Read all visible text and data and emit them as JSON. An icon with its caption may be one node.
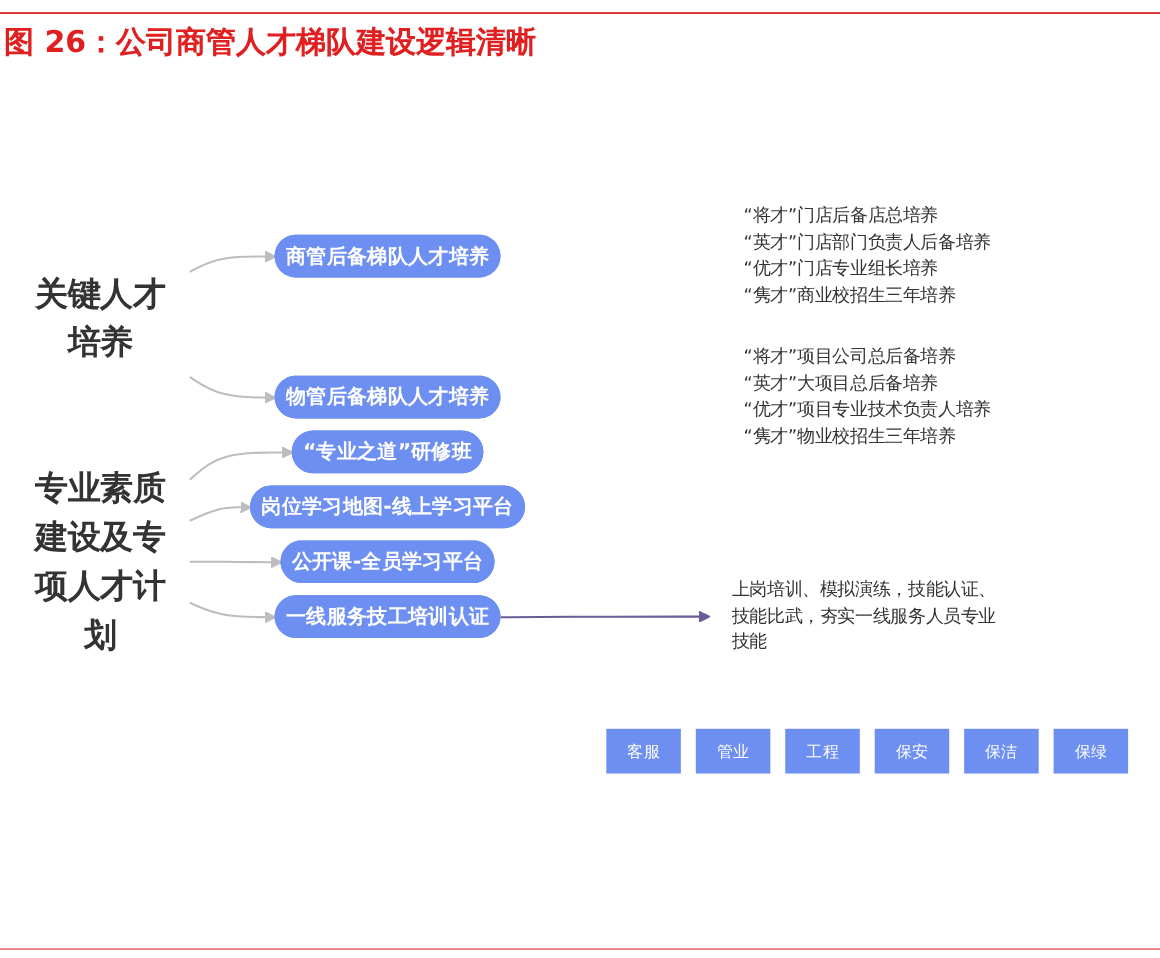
{
  "diagram": {
    "title": "图 26：公司商管人才梯队建设逻辑清晰",
    "nodes": [
      {
        "text": [
          "关键人才培养"
        ]
      },
      {
        "text": [
          "商管后备梯队人才培养"
        ],
        "beside": [
          "“将才”门店后备店总培养",
          "“英才”门店部门负责人后备培养",
          "“优才”门店专业组长培养",
          "“隽才”商业校招生三年培养"
        ]
      },
      {
        "text": [
          "物管后备梯队人才培养"
        ],
        "beside": [
          "“将才”项目公司总后备培养",
          "“英才”大项目总后备培养",
          "“优才”项目专业技术负责人培养",
          "“隽才”物业校招生三年培养"
        ]
      },
      {
        "text": [
          "专业素质建设及专项人才计划"
        ]
      },
      {
        "text": [
          "“专业之道”研修班"
        ]
      },
      {
        "text": [
          "岗位学习地图-线上学习平台"
        ]
      },
      {
        "text": [
          "公开课-全员学习平台"
        ]
      },
      {
        "text": [
          "一线服务技工培训认证"
        ]
      },
      {
        "text": [
          "上岗培训、模拟演练，技能认证、技能比武，夯实一线服务人员专业技能"
        ]
      },
      {
        "text": [
          "客服"
        ]
      },
      {
        "text": [
          "管业"
        ]
      },
      {
        "text": [
          "工程"
        ]
      },
      {
        "text": [
          "保安"
        ]
      },
      {
        "text": [
          "保洁"
        ]
      },
      {
        "text": [
          "保绿"
        ]
      }
    ],
    "edges": [
      {
        "from": 0,
        "to": 1,
        "arrow": "to"
      },
      {
        "from": 0,
        "to": 2,
        "arrow": "to"
      },
      {
        "from": 3,
        "to": 4,
        "arrow": "to"
      },
      {
        "from": 3,
        "to": 5,
        "arrow": "to"
      },
      {
        "from": 3,
        "to": 6,
        "arrow": "to"
      },
      {
        "from": 3,
        "to": 7,
        "arrow": "to"
      },
      {
        "from": 7,
        "to": 8,
        "arrow": "to",
        "color": "#6b5b95"
      }
    ]
  }
}
